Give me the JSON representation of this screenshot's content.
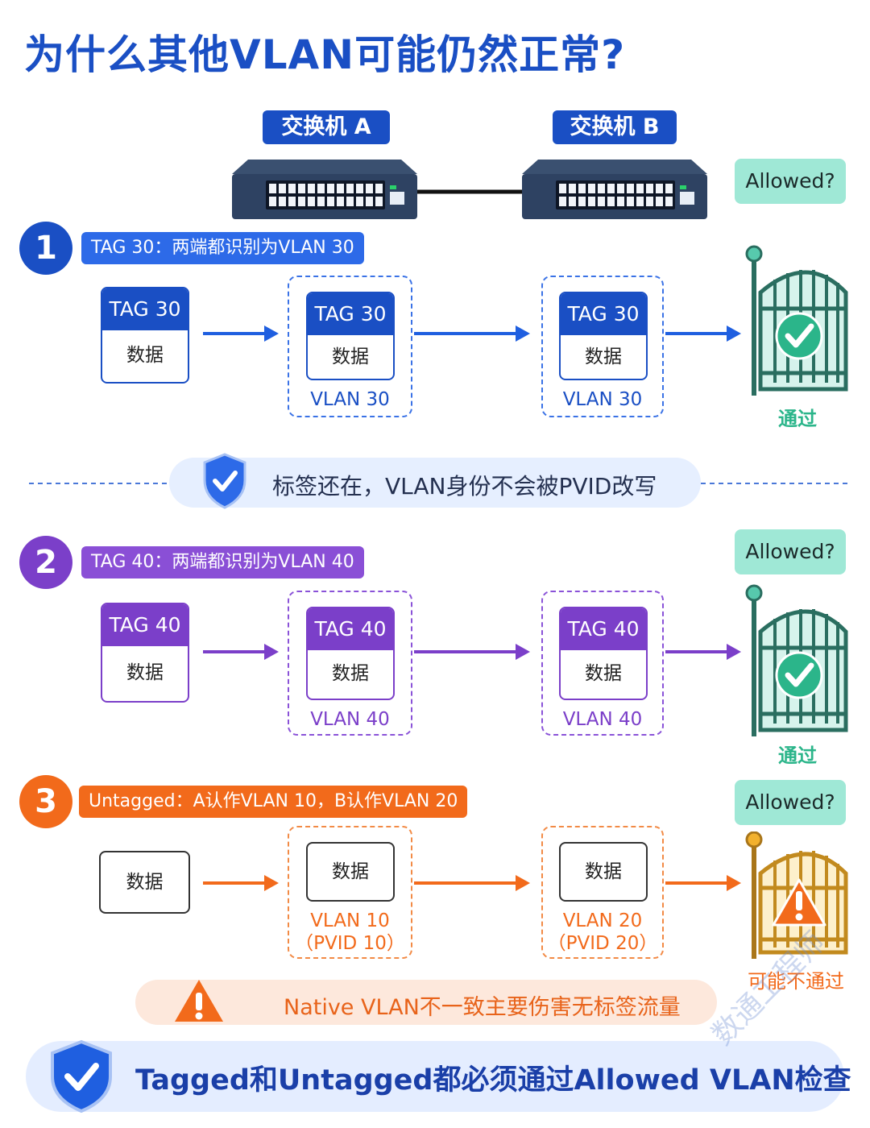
{
  "title": "为什么其他VLAN可能仍然正常?",
  "switches": [
    {
      "label": "交换机 A"
    },
    {
      "label": "交换机 B"
    }
  ],
  "colors": {
    "blue": "#1a4fc4",
    "purple": "#7b3fc9",
    "orange": "#f26a1b",
    "green": "#2bb58a",
    "gold": "#f2b12e"
  },
  "scenarios": [
    {
      "number": "1",
      "banner": "TAG 30：两端都识别为VLAN 30",
      "allowed": "Allowed?",
      "packets": [
        {
          "tag": "TAG 30",
          "payload": "数据"
        },
        {
          "tag": "TAG 30",
          "payload": "数据"
        },
        {
          "tag": "TAG 30",
          "payload": "数据"
        }
      ],
      "vlan_labels": [
        [
          "VLAN 30"
        ],
        [
          "VLAN 30"
        ]
      ],
      "gate_icon": "check-icon",
      "result": "通过"
    },
    {
      "number": "2",
      "banner": "TAG 40：两端都识别为VLAN 40",
      "allowed": "Allowed?",
      "packets": [
        {
          "tag": "TAG 40",
          "payload": "数据"
        },
        {
          "tag": "TAG 40",
          "payload": "数据"
        },
        {
          "tag": "TAG 40",
          "payload": "数据"
        }
      ],
      "vlan_labels": [
        [
          "VLAN 40"
        ],
        [
          "VLAN 40"
        ]
      ],
      "gate_icon": "check-icon",
      "result": "通过"
    },
    {
      "number": "3",
      "banner": "Untagged：A认作VLAN 10，B认作VLAN 20",
      "allowed": "Allowed?",
      "packets": [
        {
          "tag": "",
          "payload": "数据"
        },
        {
          "tag": "",
          "payload": "数据"
        },
        {
          "tag": "",
          "payload": "数据"
        }
      ],
      "vlan_labels": [
        [
          "VLAN 10",
          "（PVID 10）"
        ],
        [
          "VLAN 20",
          "（PVID 20）"
        ]
      ],
      "gate_icon": "warning-icon",
      "result": "可能不通过"
    }
  ],
  "middle_note": "标签还在，VLAN身份不会被PVID改写",
  "warning_note": "Native VLAN不一致主要伤害无标签流量",
  "footer": "Tagged和Untagged都必须通过Allowed VLAN检查",
  "watermark": "数通工程师"
}
